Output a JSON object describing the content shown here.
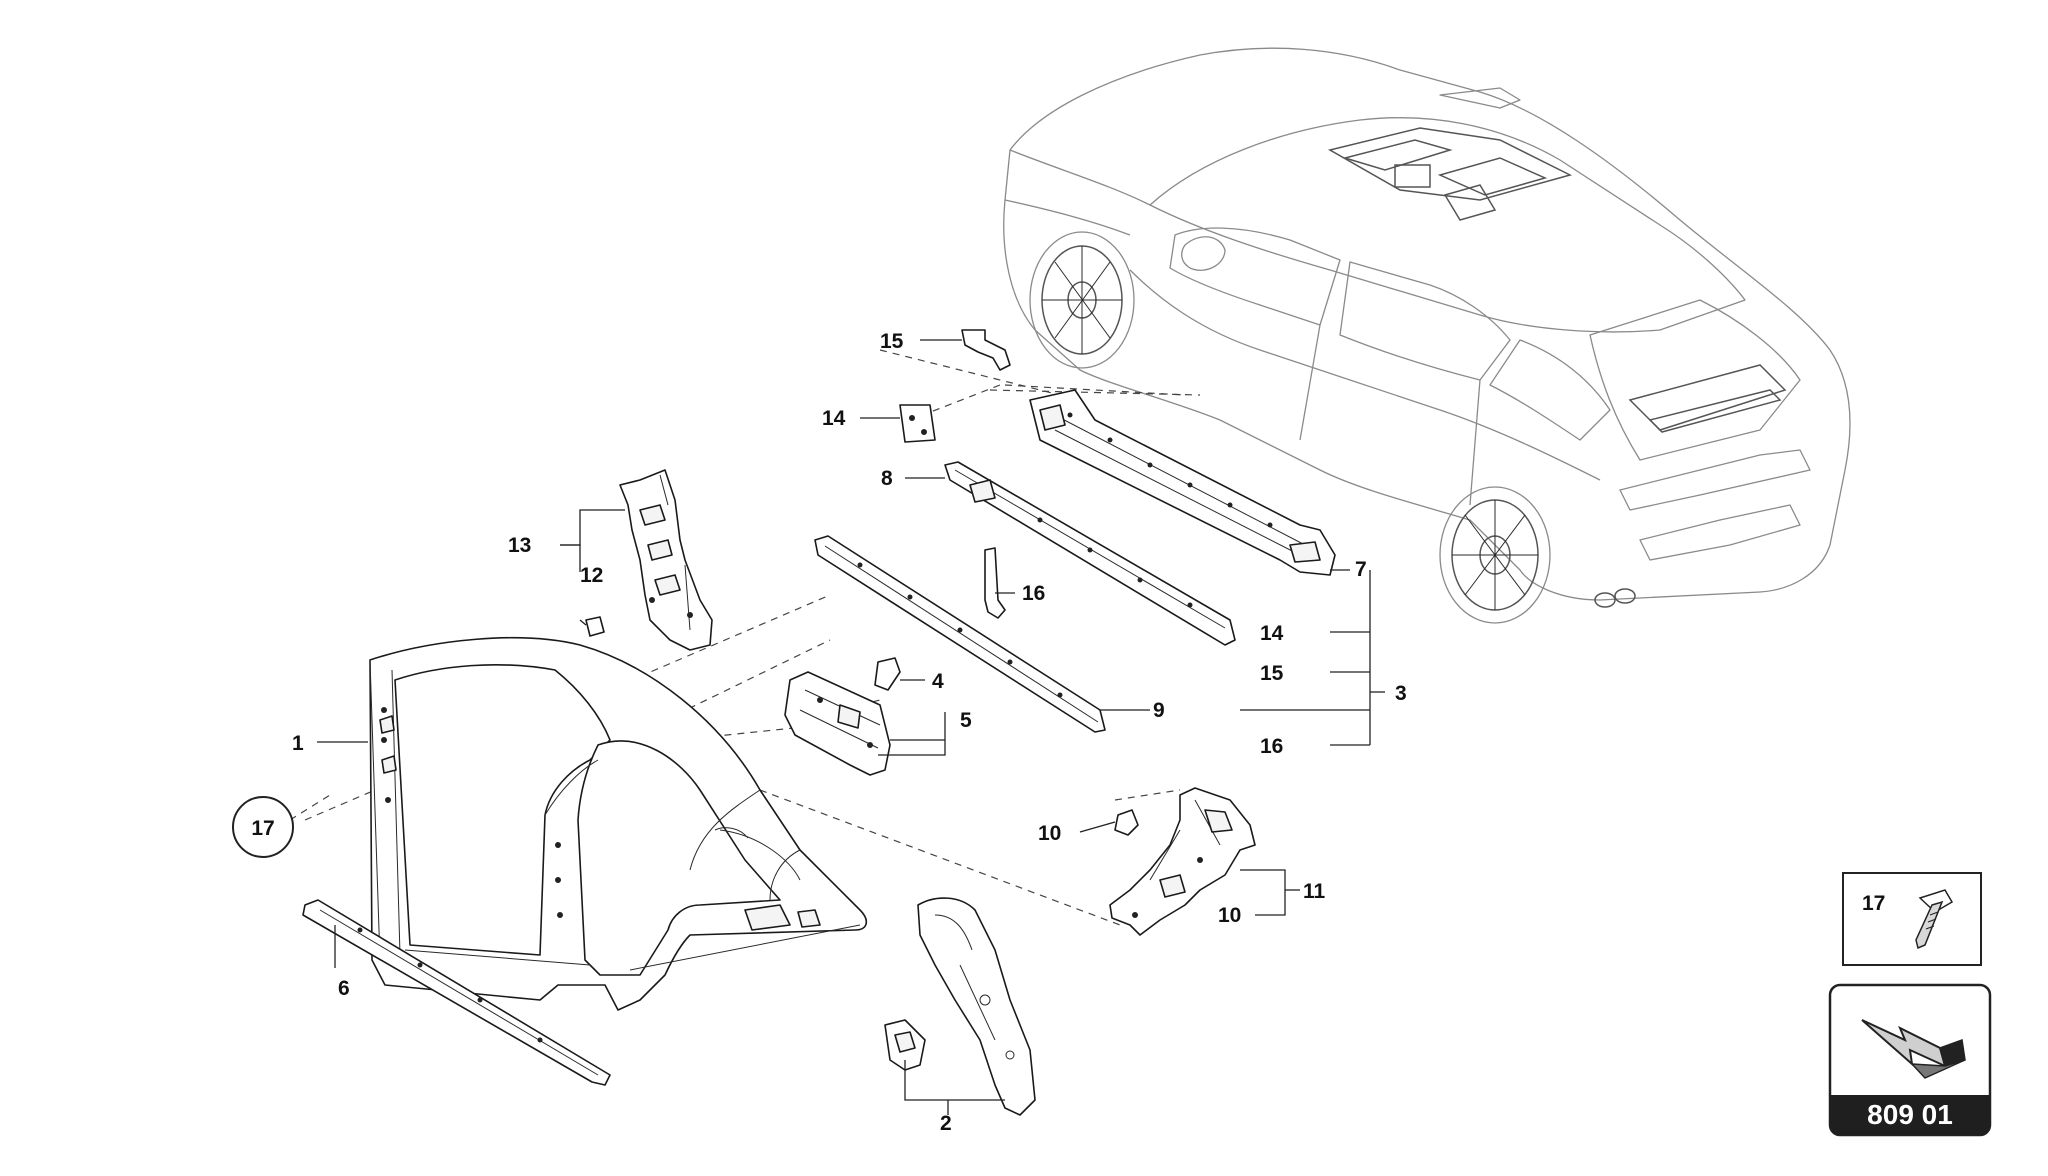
{
  "callouts": {
    "c1": "1",
    "c2": "2",
    "c3": "3",
    "c4": "4",
    "c5": "5",
    "c6": "6",
    "c7": "7",
    "c8": "8",
    "c9": "9",
    "c10a": "10",
    "c10b": "10",
    "c11": "11",
    "c12": "12",
    "c13": "13",
    "c14a": "14",
    "c14b": "14",
    "c15a": "15",
    "c15b": "15",
    "c16a": "16",
    "c16b": "16",
    "c17": "17"
  },
  "legend_box": {
    "label": "17",
    "icon": "rivet-icon"
  },
  "reference_badge": {
    "code": "809 01",
    "icon": "direction-arrow-icon"
  },
  "colors": {
    "ink": "#1a1a1a",
    "car_line": "#8a8a8a",
    "badge_bg": "#1f1f1f"
  }
}
